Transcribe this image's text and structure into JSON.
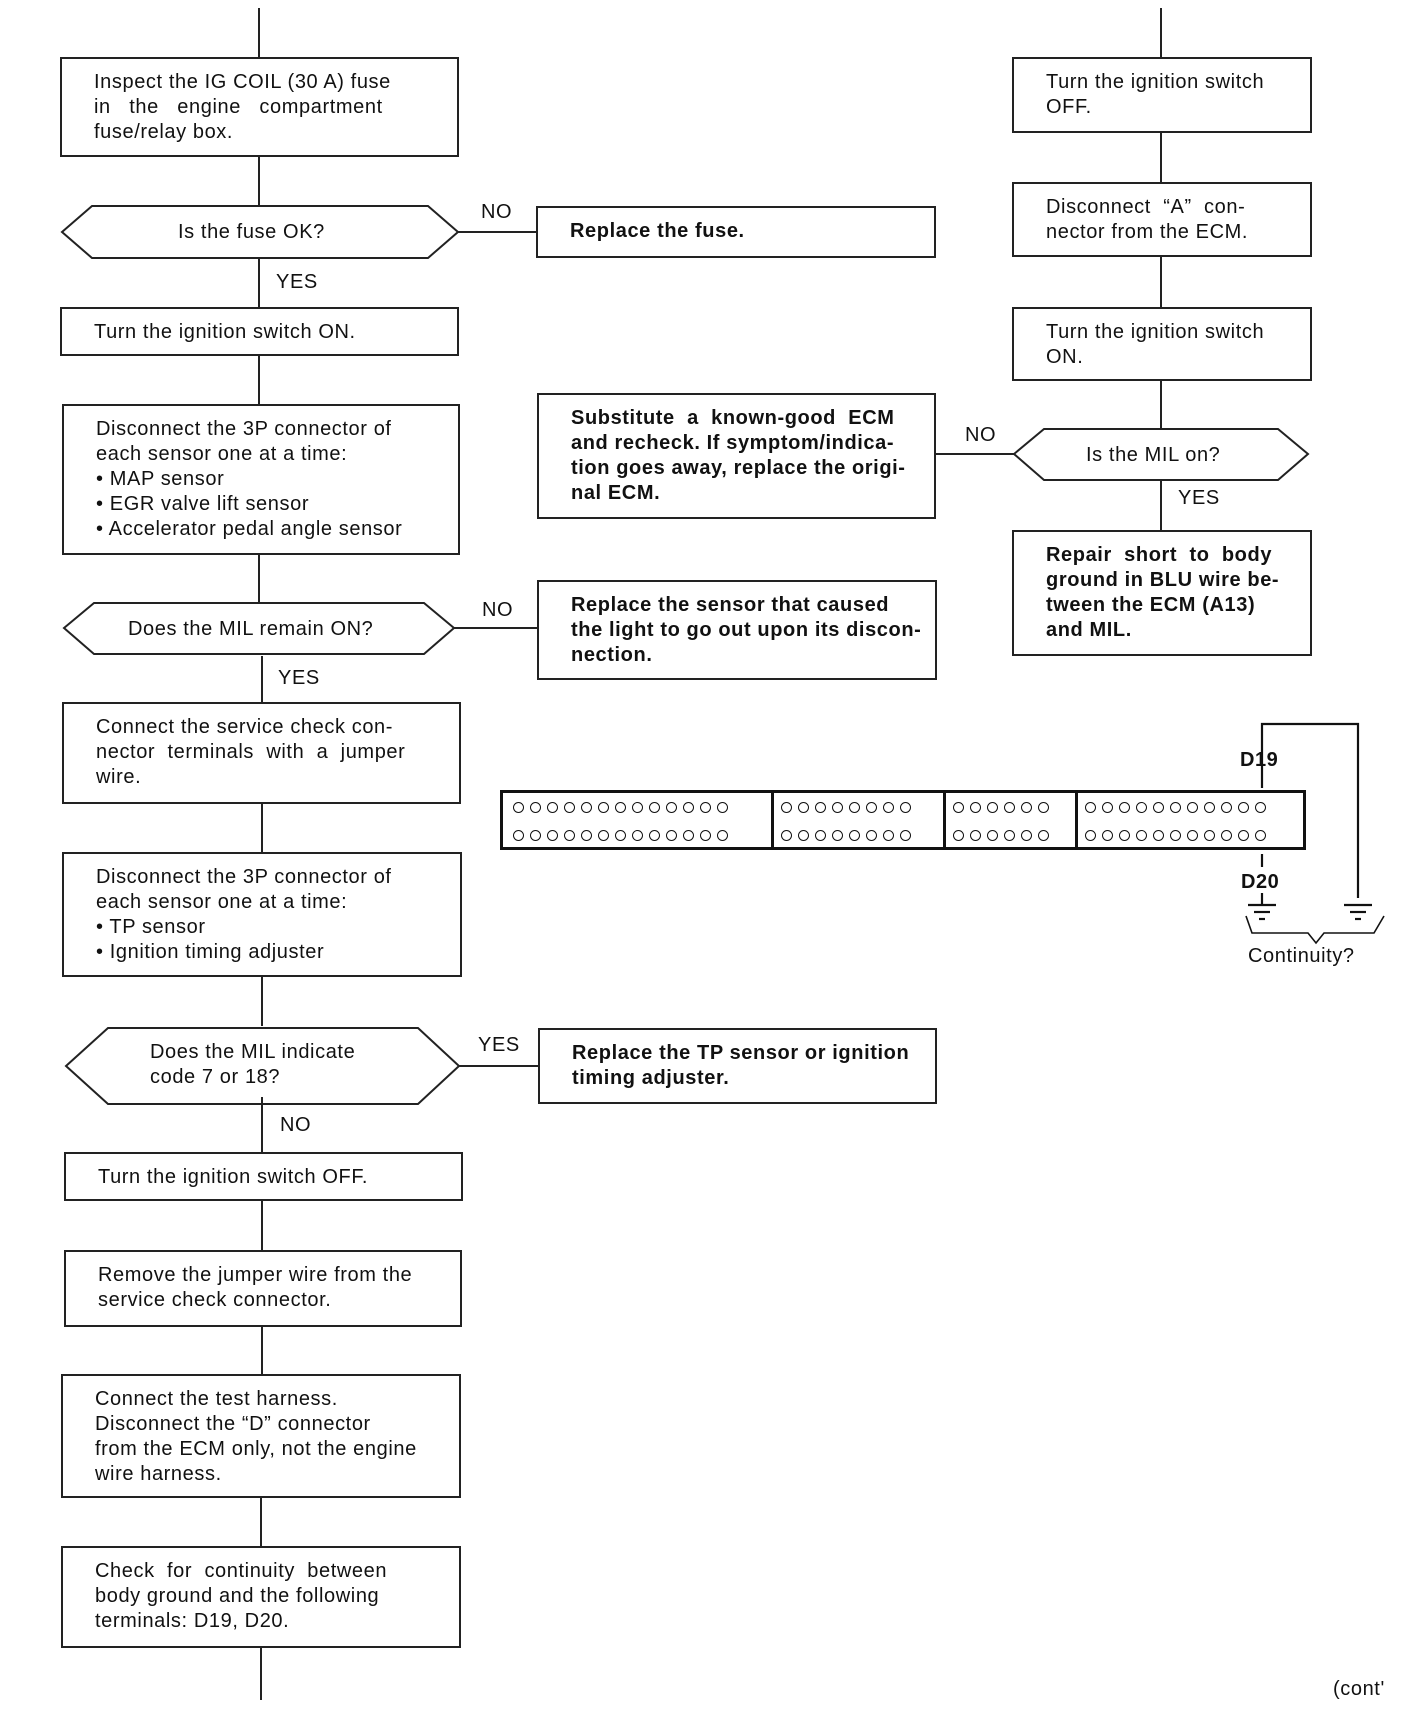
{
  "left_column": {
    "inspect_fuse": [
      "Inspect the IG COIL (30 A) fuse",
      "in   the   engine   compartment",
      "fuse/relay box."
    ],
    "q_fuse_ok": "Is the fuse OK?",
    "no_1": "NO",
    "replace_fuse": "Replace the fuse.",
    "yes_1": "YES",
    "ign_on": "Turn the ignition switch ON.",
    "disconnect_3p_a": [
      "Disconnect the 3P connector of",
      "each sensor one at a time:",
      "• MAP sensor",
      "• EGR valve lift sensor",
      "• Accelerator pedal angle sensor"
    ],
    "q_mil_remain": "Does the MIL remain ON?",
    "no_2": "NO",
    "replace_sensor": [
      "Replace the sensor that caused",
      "the light to go out upon its discon-",
      "nection."
    ],
    "yes_2": "YES",
    "connect_scs": [
      "Connect the service check con-",
      "nector  terminals  with  a  jumper",
      "wire."
    ],
    "disconnect_3p_b": [
      "Disconnect the 3P connector of",
      "each sensor one at a time:",
      "• TP sensor",
      "• Ignition timing adjuster"
    ],
    "q_mil_code": [
      "Does the MIL indicate",
      "code 7 or 18?"
    ],
    "yes_3": "YES",
    "replace_tp": [
      "Replace the TP sensor or ignition",
      "timing adjuster."
    ],
    "no_3": "NO",
    "ign_off": "Turn the ignition switch OFF.",
    "remove_jumper": [
      "Remove the jumper wire from the",
      "service check connector."
    ],
    "connect_harness": [
      "Connect the test harness.",
      "Disconnect the “D” connector",
      "from the ECM only, not the engine",
      "wire harness."
    ],
    "check_continuity": [
      "Check  for  continuity  between",
      "body ground and the following",
      "terminals: D19, D20."
    ]
  },
  "right_column": {
    "ign_off": [
      "Turn the ignition switch",
      "OFF."
    ],
    "disconnect_a": [
      "Disconnect  “A”  con-",
      "nector from the ECM."
    ],
    "ign_on": [
      "Turn the ignition switch",
      "ON."
    ],
    "q_mil_on": "Is the MIL on?",
    "no_4": "NO",
    "substitute_ecm": [
      "Substitute  a  known-good  ECM",
      "and recheck. If symptom/indica-",
      "tion goes away, replace the origi-",
      "nal ECM."
    ],
    "yes_4": "YES",
    "repair_short": [
      "Repair  short  to  body",
      "ground in BLU wire be-",
      "tween the ECM (A13)",
      "and MIL."
    ]
  },
  "connector_diagram": {
    "pin_top": "D19",
    "pin_bottom": "D20",
    "continuity_label": "Continuity?",
    "segments_holes": [
      13,
      8,
      6,
      11
    ]
  },
  "footer": {
    "cont": "(cont'"
  },
  "colors": {
    "ink": "#111111",
    "paper": "#ffffff"
  }
}
